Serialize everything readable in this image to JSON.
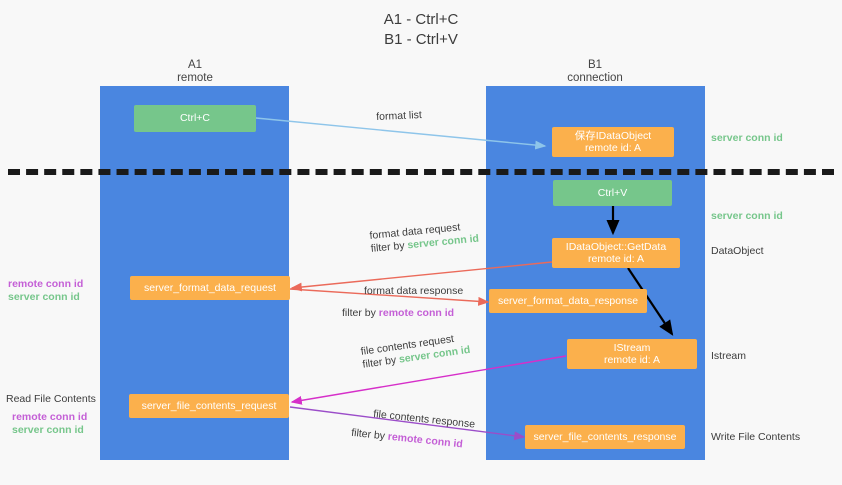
{
  "title": {
    "line1": "A1 - Ctrl+C",
    "line2": "B1 - Ctrl+V"
  },
  "columns": [
    {
      "name": "A1",
      "role": "remote"
    },
    {
      "name": "B1",
      "role": "connection"
    }
  ],
  "nodes": {
    "ctrl_c": {
      "label": "Ctrl+C"
    },
    "save_idataobject": {
      "line1": "保存IDataObject",
      "line2": "remote id: A"
    },
    "ctrl_v": {
      "label": "Ctrl+V"
    },
    "getdata": {
      "line1": "IDataObject::GetData",
      "line2": "remote id: A"
    },
    "fmt_req": {
      "label": "server_format_data_request"
    },
    "fmt_resp": {
      "label": "server_format_data_response"
    },
    "istream": {
      "line1": "IStream",
      "line2": "remote id: A"
    },
    "file_req": {
      "label": "server_file_contents_request"
    },
    "file_resp": {
      "label": "server_file_contents_response"
    }
  },
  "edges": {
    "format_list": {
      "text": "format list"
    },
    "fmt_data_request": {
      "text": "format data request",
      "filter_prefix": "filter by ",
      "filter_key": "server conn id"
    },
    "fmt_data_response": {
      "text": "format data response",
      "filter_prefix": "filter by ",
      "filter_key": "remote conn id"
    },
    "file_contents_request": {
      "text": "file contents request",
      "filter_prefix": "filter by ",
      "filter_key": "server conn id"
    },
    "file_contents_response": {
      "text": "file contents response",
      "filter_prefix": "filter by ",
      "filter_key": "remote conn id"
    }
  },
  "annotations": {
    "right_server_conn_1": "server conn id",
    "right_server_conn_2": "server conn id",
    "right_dataobject": "DataObject",
    "right_istream": "Istream",
    "right_write_file": "Write File Contents",
    "left_remote_conn_1": "remote conn id",
    "left_server_conn_1": "server conn id",
    "left_read_file": "Read File Contents",
    "left_remote_conn_2": "remote conn id",
    "left_server_conn_2": "server conn id"
  },
  "colors": {
    "lane": "#4a86e0",
    "green_node": "#76c68b",
    "orange_node": "#fbb04c",
    "server_conn_text": "#76c68b",
    "remote_conn_text": "#c45fd6",
    "arrow_blue": "#8ec5ea",
    "arrow_red": "#eb6a5a",
    "arrow_magenta": "#d62fc9",
    "arrow_purple": "#9b4dc9",
    "arrow_black": "#000000",
    "divider": "#1a1a1a",
    "background": "#f8f8f8"
  }
}
